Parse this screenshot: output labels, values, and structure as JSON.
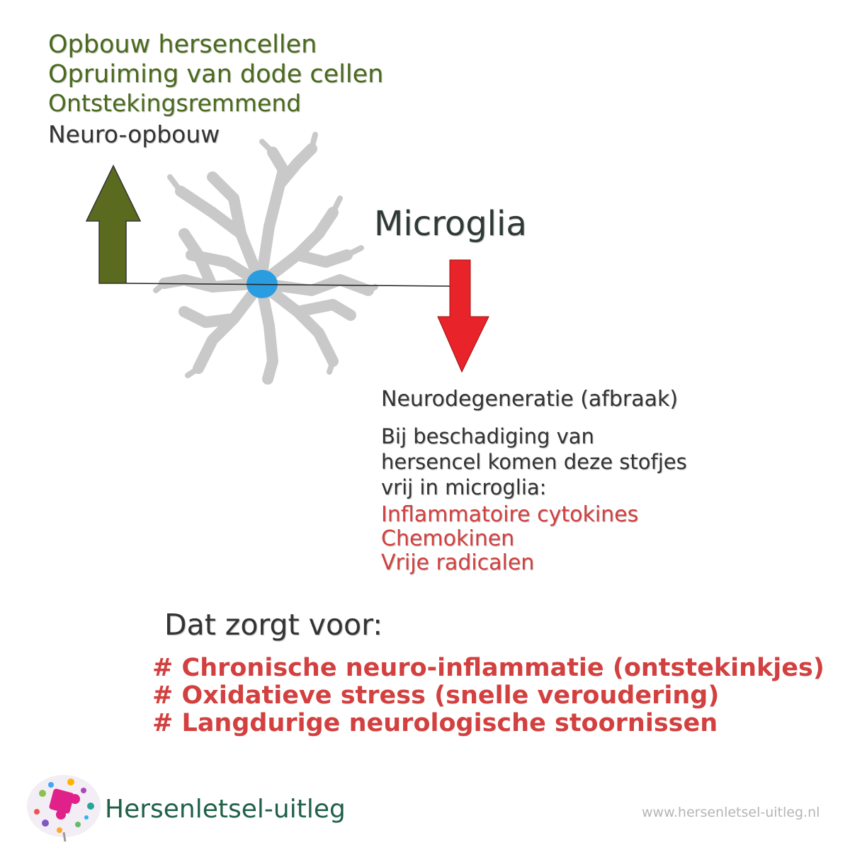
{
  "build_up": {
    "items": [
      "Opbouw hersencellen",
      "Opruiming van dode cellen",
      "Ontstekingsremmend"
    ],
    "label": "Neuro-opbouw"
  },
  "title": "Microglia",
  "degeneration": {
    "label": "Neurodegeneratie (afbraak)",
    "release_lines": [
      "Bij beschadiging van",
      "hersencel komen deze stofjes",
      "vrij in microglia:"
    ],
    "substances": [
      "Inflammatoire cytokines",
      "Chemokinen",
      "Vrije radicalen"
    ]
  },
  "effects": {
    "heading": "Dat zorgt voor:",
    "items": [
      "# Chronische neuro-inflammatie (ontstekinkjes)",
      "# Oxidatieve stress (snelle veroudering)",
      "# Langdurige neurologische stoornissen"
    ]
  },
  "brand": {
    "name": "Hersenletsel-uitleg",
    "url": "www.hersenletsel-uitleg.nl"
  },
  "colors": {
    "green_text": "#4a6a1c",
    "green_arrow": "#5a6a1e",
    "red_text": "#d2403f",
    "red_arrow": "#e8232a",
    "cell_body": "#c8c8c8",
    "nucleus": "#2a9de0"
  },
  "icons": [
    "up-arrow-icon",
    "down-arrow-icon",
    "microglia-cell-icon",
    "brain-logo-icon"
  ]
}
